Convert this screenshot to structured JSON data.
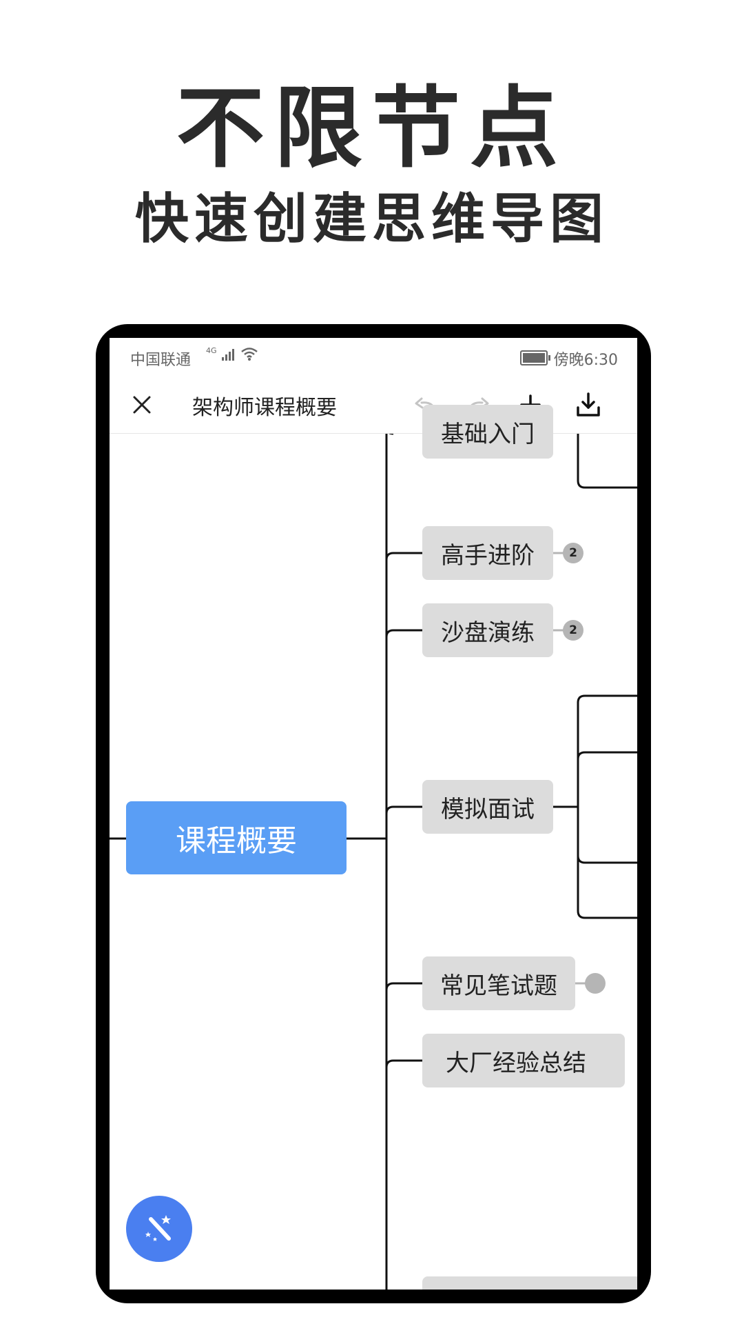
{
  "promo": {
    "headline": "不限节点",
    "subheadline": "快速创建思维导图"
  },
  "status_bar": {
    "carrier": "中国联通",
    "network": "4G",
    "time": "傍晚6:30"
  },
  "toolbar": {
    "title": "架构师课程概要",
    "icons": [
      "close-icon",
      "undo-icon",
      "redo-icon",
      "add-icon",
      "download-icon"
    ]
  },
  "mindmap": {
    "root": "课程概要",
    "branches": [
      {
        "label": "基础入门",
        "badge": ""
      },
      {
        "label": "高手进阶",
        "badge": "2"
      },
      {
        "label": "沙盘演练",
        "badge": "2"
      },
      {
        "label": "模拟面试",
        "badge": ""
      },
      {
        "label": "常见笔试题",
        "badge": ""
      },
      {
        "label": "大厂经验总结",
        "badge": ""
      }
    ]
  },
  "fab": {
    "icon": "magic-wand-icon"
  },
  "colors": {
    "root_node": "#5a9ef5",
    "branch_node": "#dcdcdc",
    "fab": "#4a7ff0",
    "connector": "#111111"
  }
}
